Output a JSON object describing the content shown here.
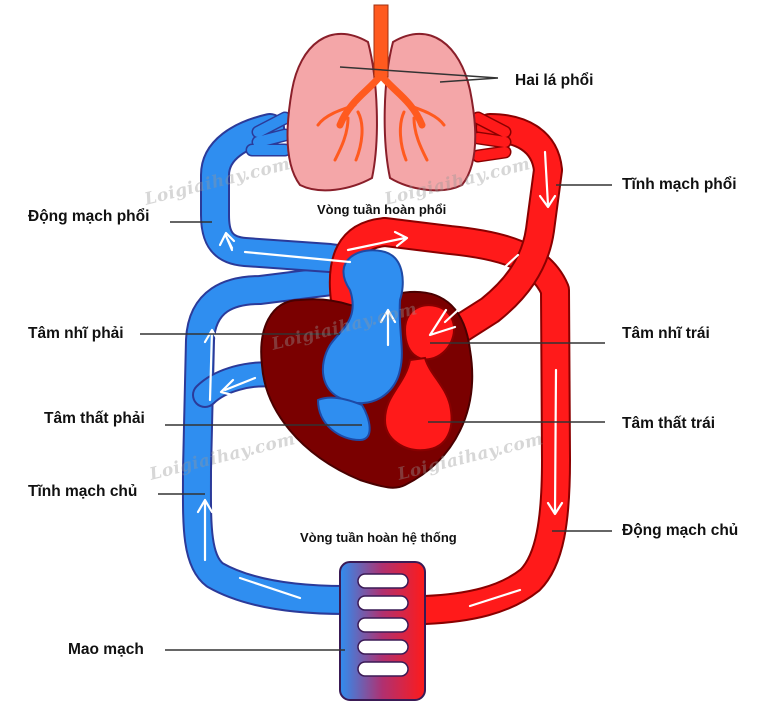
{
  "labels": {
    "lungs": "Hai lá phổi",
    "pulmonary_artery": "Động mạch phổi",
    "pulmonary_vein": "Tĩnh mạch phổi",
    "right_atrium": "Tâm nhĩ phải",
    "left_atrium": "Tâm nhĩ trái",
    "right_ventricle": "Tâm thất phải",
    "left_ventricle": "Tâm thất trái",
    "vena_cava": "Tĩnh mạch chủ",
    "aorta": "Động mạch chủ",
    "capillaries": "Mao mạch"
  },
  "captions": {
    "pulmonary_circulation": "Vòng tuần hoàn phổi",
    "systemic_circulation": "Vòng tuần hoàn hệ thống"
  },
  "watermark": "Loigiaihay.com",
  "colors": {
    "oxygenated": "#ff1a1a",
    "deoxygenated": "#2f8ef0",
    "heart_muscle": "#7a0000",
    "lung_fill": "#f4a6a8",
    "trachea": "#ff5a1f"
  }
}
